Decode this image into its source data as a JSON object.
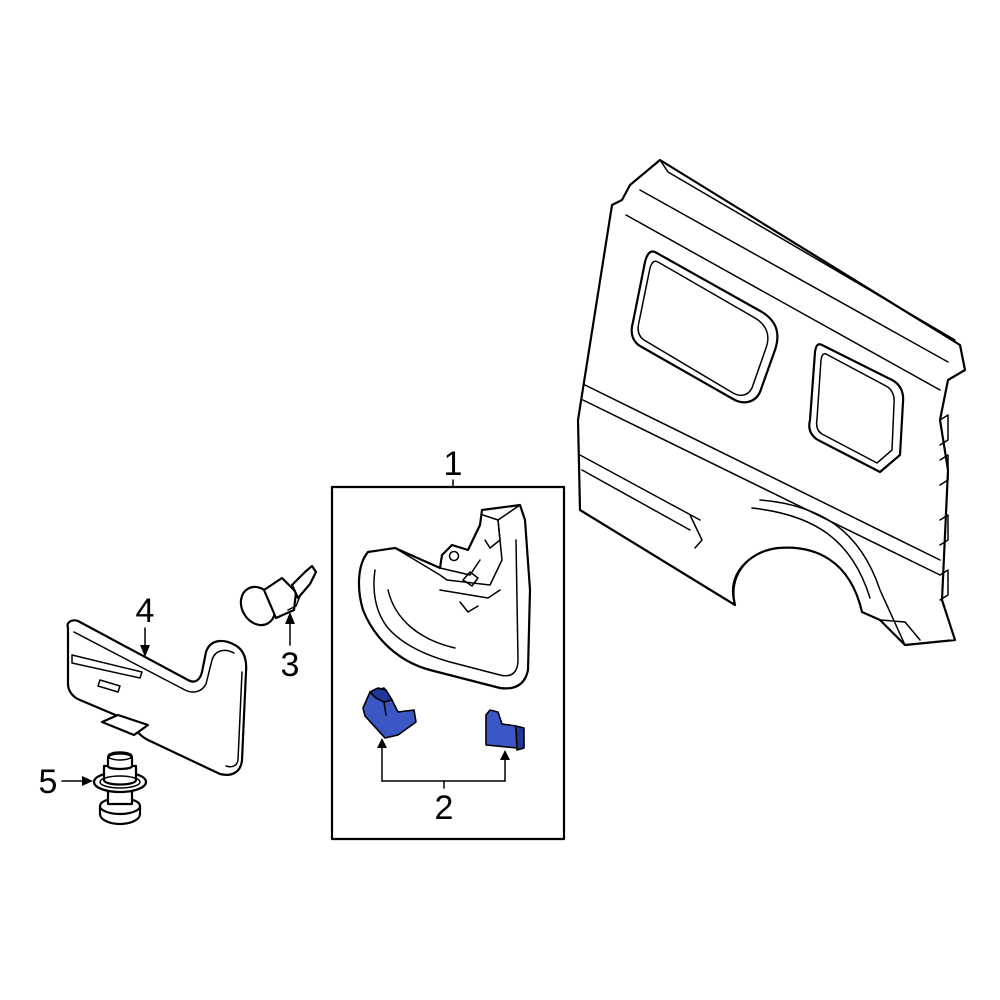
{
  "diagram": {
    "highlight_color": "#3a57c4",
    "highlight_dark": "#22379a",
    "callouts": [
      {
        "id": "1",
        "label": "1"
      },
      {
        "id": "2",
        "label": "2"
      },
      {
        "id": "3",
        "label": "3"
      },
      {
        "id": "4",
        "label": "4"
      },
      {
        "id": "5",
        "label": "5"
      }
    ]
  }
}
